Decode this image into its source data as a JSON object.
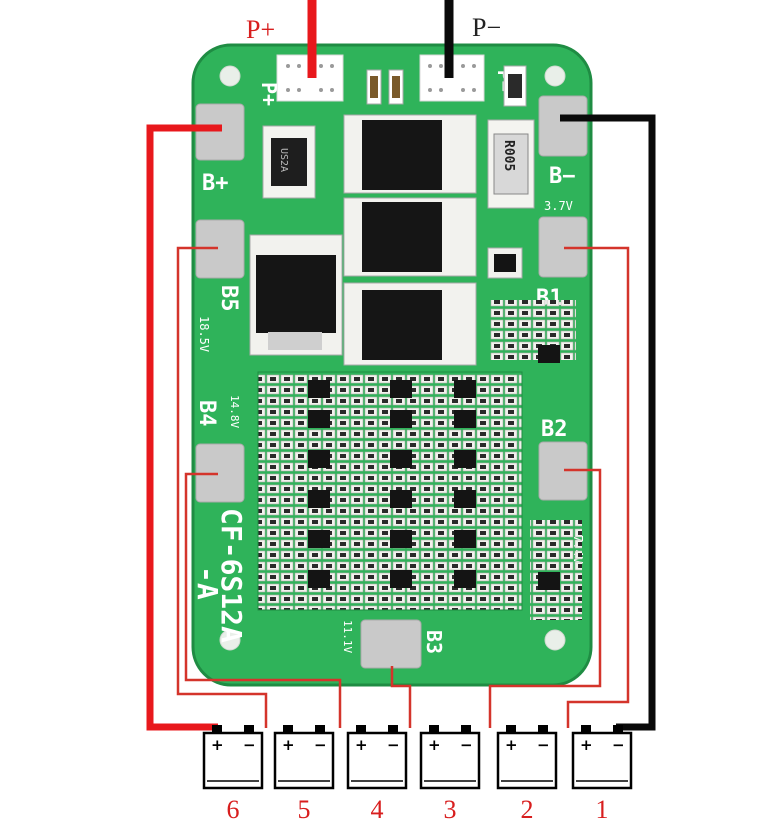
{
  "terminals": {
    "p_plus": "P+",
    "p_minus": "P−"
  },
  "board": {
    "model_line1": "CF-6S12A",
    "model_line2": "-A",
    "silk_p_plus": "P+",
    "silk_p_minus": "P−",
    "chip_label": "R005",
    "diode_label": "US2A",
    "pads": {
      "b_plus": "B+",
      "b_minus": "B−",
      "b1": "B1",
      "b2": "B2",
      "b3": "B3",
      "b4": "B4",
      "b5": "B5"
    },
    "voltages": {
      "v_b_minus": "3.7V",
      "v_b5": "18.5V",
      "v_b4": "14.8V",
      "v_b3": "11.1V",
      "v_b2": "7.4V"
    }
  },
  "cells": [
    {
      "number": "6",
      "plus": "+",
      "minus": "−"
    },
    {
      "number": "5",
      "plus": "+",
      "minus": "−"
    },
    {
      "number": "4",
      "plus": "+",
      "minus": "−"
    },
    {
      "number": "3",
      "plus": "+",
      "minus": "−"
    },
    {
      "number": "2",
      "plus": "+",
      "minus": "−"
    },
    {
      "number": "1",
      "plus": "+",
      "minus": "−"
    }
  ],
  "colors": {
    "pcb": "#2fb35a",
    "pcb_dark": "#1f8c43",
    "pad": "#c9c9c9",
    "wire_red": "#e8181c",
    "wire_black": "#0a0a0a",
    "thin_wire": "#d4342b",
    "number_red": "#d81e1e"
  }
}
